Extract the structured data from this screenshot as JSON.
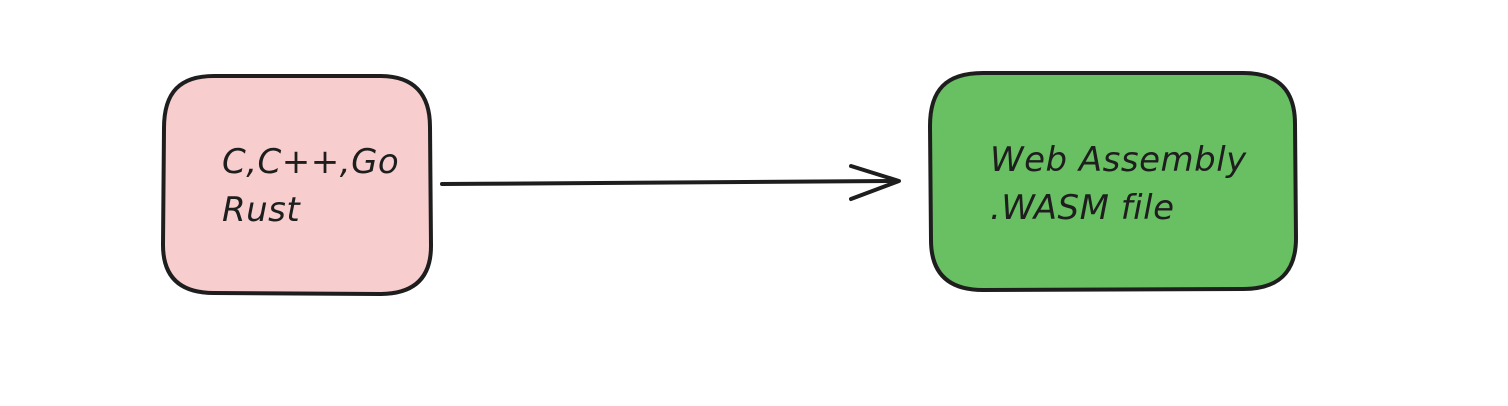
{
  "diagram": {
    "nodes": [
      {
        "id": "source",
        "lines": [
          "C,C++,Go",
          "Rust"
        ],
        "fill": "#f8cdcd",
        "stroke": "#1e1e1e"
      },
      {
        "id": "target",
        "lines": [
          "Web Assembly",
          ".WASM file"
        ],
        "fill": "#69c063",
        "stroke": "#1e1e1e"
      }
    ],
    "edges": [
      {
        "from": "source",
        "to": "target",
        "label": "",
        "stroke": "#1e1e1e"
      }
    ],
    "background": "#ffffff"
  }
}
